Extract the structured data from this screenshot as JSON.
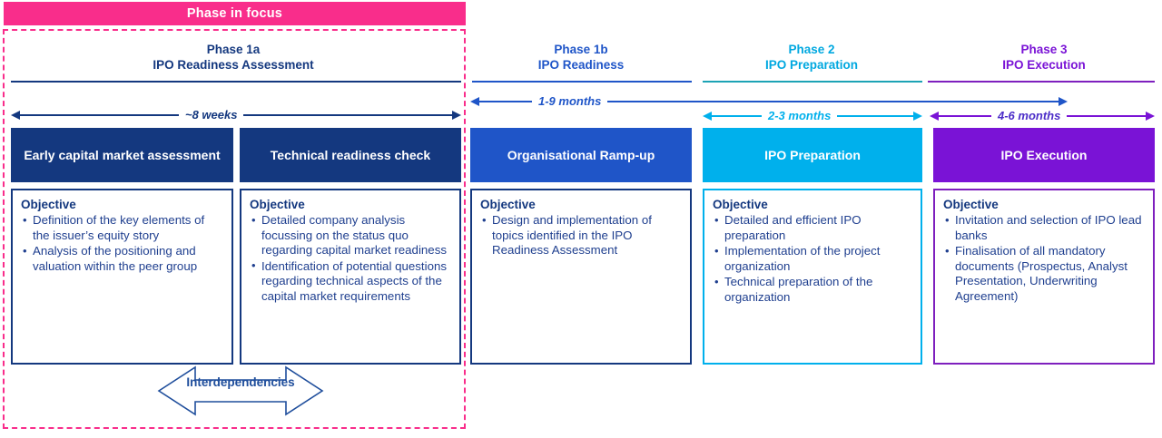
{
  "colors": {
    "pink": "#F92D8B",
    "navy": "#14387F",
    "dark_blue": "#0C3A8E",
    "blue": "#1F55C8",
    "cyan": "#00B0EC",
    "purple": "#7A13D6",
    "purple_rule": "#7E1FBE",
    "text_blue": "#1F3F8F"
  },
  "focus_banner": {
    "label": "Phase in focus"
  },
  "phases": [
    {
      "id": "phase-1a",
      "title_line1": "Phase 1a",
      "title_line2": "IPO Readiness Assessment",
      "duration": "~8 weeks",
      "boxes": [
        {
          "id": "early-capital-market-assessment",
          "caption": "Early capital market assessment",
          "objective_title": "Objective",
          "bullets": [
            "Definition of the key elements of the issuer’s equity story",
            "Analysis of the positioning and valuation within the peer group"
          ]
        },
        {
          "id": "technical-readiness-check",
          "caption": "Technical readiness check",
          "objective_title": "Objective",
          "bullets": [
            "Detailed company analysis focussing on the status quo regarding capital market readiness",
            "Identification of potential questions regarding technical aspects of the capital market requirements"
          ]
        }
      ]
    },
    {
      "id": "phase-1b",
      "title_line1": "Phase 1b",
      "title_line2": "IPO Readiness",
      "duration": "1-9 months",
      "boxes": [
        {
          "id": "organisational-ramp-up",
          "caption": "Organisational Ramp-up",
          "objective_title": "Objective",
          "bullets": [
            "Design and implementation of topics identified in the IPO Readiness Assessment"
          ]
        }
      ]
    },
    {
      "id": "phase-2",
      "title_line1": "Phase 2",
      "title_line2": "IPO Preparation",
      "duration": "2-3 months",
      "boxes": [
        {
          "id": "ipo-preparation",
          "caption": "IPO Preparation",
          "objective_title": "Objective",
          "bullets": [
            "Detailed and efficient IPO preparation",
            "Implementation of the project organization",
            "Technical preparation of the organization"
          ]
        }
      ]
    },
    {
      "id": "phase-3",
      "title_line1": "Phase 3",
      "title_line2": "IPO Execution",
      "duration": "4-6 months",
      "boxes": [
        {
          "id": "ipo-execution",
          "caption": "IPO Execution",
          "objective_title": "Objective",
          "bullets": [
            "Invitation and selection of IPO lead banks",
            "Finalisation of all mandatory documents (Prospectus, Analyst Presentation, Underwriting Agreement)"
          ]
        }
      ]
    }
  ],
  "interdependencies": {
    "label": "Interdependencies"
  }
}
